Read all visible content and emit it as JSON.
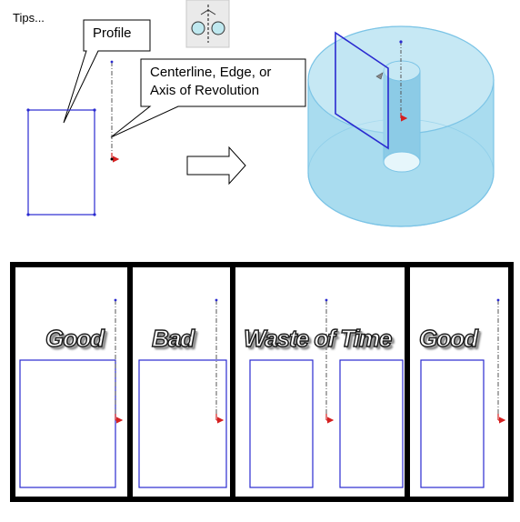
{
  "header": {
    "tips": "Tips..."
  },
  "callouts": {
    "profile": "Profile",
    "axis_line1": "Centerline, Edge, or",
    "axis_line2": "Axis of Revolution"
  },
  "tool_icon": "revolve-icon",
  "panels": [
    {
      "verdict": "Good"
    },
    {
      "verdict": "Bad"
    },
    {
      "verdict": "Waste of Time"
    },
    {
      "verdict": "Good"
    }
  ],
  "colors": {
    "sketch_blue": "#2a2ad0",
    "solid_fill": "#a9dcef",
    "solid_edge": "#7cc4e6",
    "origin_red": "#d42020",
    "frame_black": "#000000"
  }
}
